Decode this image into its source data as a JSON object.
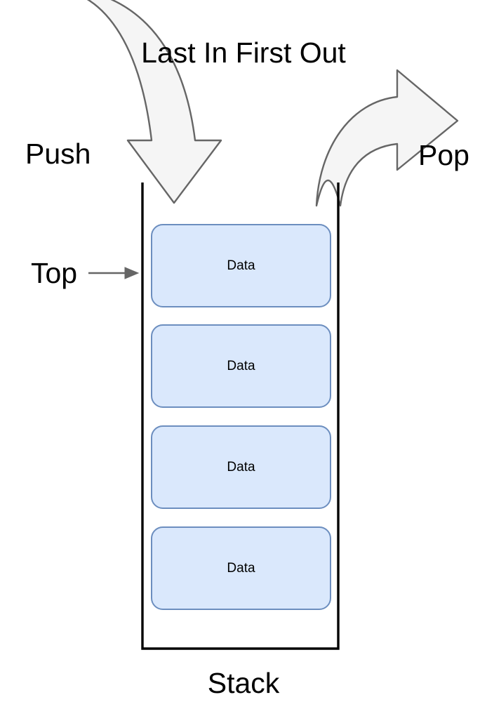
{
  "diagram": {
    "title": "Last In First Out",
    "container_label": "Stack",
    "labels": {
      "push": "Push",
      "pop": "Pop",
      "top": "Top"
    },
    "stack": {
      "cells": [
        {
          "label": "Data"
        },
        {
          "label": "Data"
        },
        {
          "label": "Data"
        },
        {
          "label": "Data"
        }
      ]
    },
    "icons": {
      "push_arrow": "curved-down-arrow-icon",
      "pop_arrow": "curved-right-arrow-icon",
      "top_pointer": "right-arrow-icon"
    },
    "colors": {
      "cell_fill": "#dae8fc",
      "cell_stroke": "#6c8ebf",
      "arrow_fill": "#f5f5f5",
      "arrow_stroke": "#666666",
      "wall_stroke": "#000000",
      "text": "#000000",
      "background": "#ffffff"
    }
  }
}
